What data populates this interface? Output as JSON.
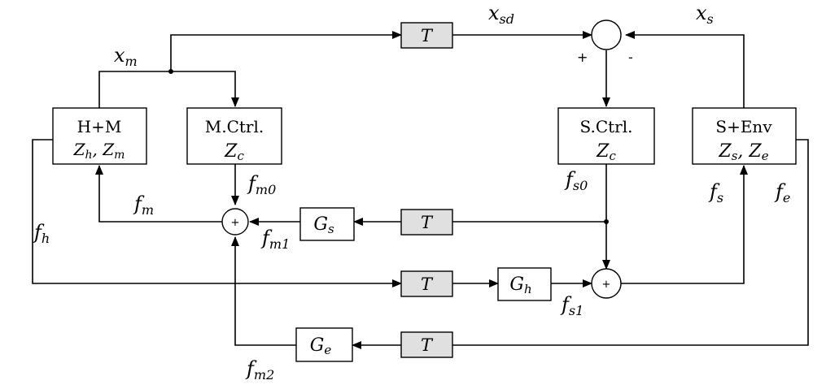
{
  "blocks": {
    "hm": {
      "line1": "H+M",
      "line2": "Z",
      "line2_sub": "h",
      "line2_sep": ", Z",
      "line2_sub2": "m"
    },
    "mctrl": {
      "line1": "M.Ctrl.",
      "line2": "Z",
      "line2_sub": "c"
    },
    "sctrl": {
      "line1": "S.Ctrl.",
      "line2": "Z",
      "line2_sub": "c"
    },
    "senv": {
      "line1": "S+Env",
      "line2": "Z",
      "line2_sub": "s",
      "line2_sep": ", Z",
      "line2_sub2": "e"
    },
    "delay_label": "T",
    "gs": {
      "main": "G",
      "sub": "s"
    },
    "gh": {
      "main": "G",
      "sub": "h"
    },
    "ge": {
      "main": "G",
      "sub": "e"
    }
  },
  "signals": {
    "xm": {
      "main": "x",
      "sub": "m"
    },
    "xsd": {
      "main": "x",
      "sub": "sd"
    },
    "xs": {
      "main": "x",
      "sub": "s"
    },
    "fm": {
      "main": "f",
      "sub": "m"
    },
    "fm0": {
      "main": "f",
      "sub": "m0"
    },
    "fm1": {
      "main": "f",
      "sub": "m1"
    },
    "fm2": {
      "main": "f",
      "sub": "m2"
    },
    "fh": {
      "main": "f",
      "sub": "h"
    },
    "fs": {
      "main": "f",
      "sub": "s"
    },
    "fs0": {
      "main": "f",
      "sub": "s0"
    },
    "fs1": {
      "main": "f",
      "sub": "s1"
    },
    "fe": {
      "main": "f",
      "sub": "e"
    }
  },
  "signs": {
    "plus": "+",
    "minus": "-"
  }
}
